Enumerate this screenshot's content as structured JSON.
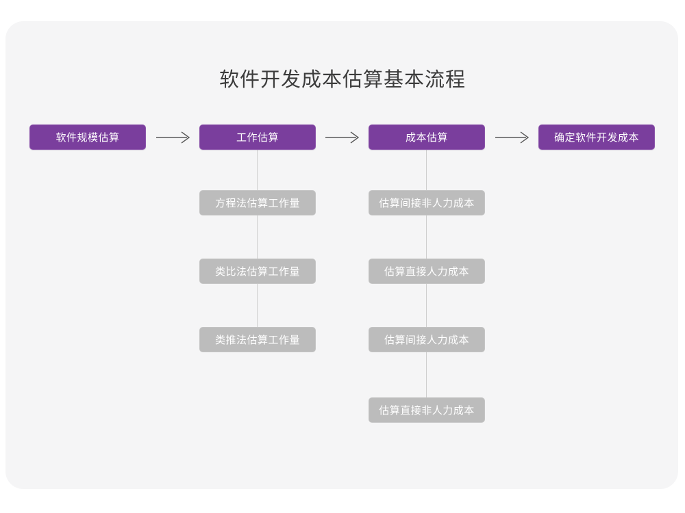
{
  "card": {
    "background_color": "#f5f5f6",
    "page_background_color": "#ffffff"
  },
  "diagram": {
    "title": "软件开发成本估算基本流程",
    "colors": {
      "primary_node": "#7a3e9d",
      "primary_node_text": "#ffffff",
      "secondary_node": "#bcbcbc",
      "secondary_node_text": "#ffffff",
      "connector_line": "#cfcfcf",
      "arrow": "#5a5a5a",
      "title_text": "#3c3c3c"
    },
    "stages": [
      {
        "label": "软件规模估算",
        "substeps": []
      },
      {
        "label": "工作估算",
        "substeps": [
          "方程法估算工作量",
          "类比法估算工作量",
          "类推法估算工作量"
        ]
      },
      {
        "label": "成本估算",
        "substeps": [
          "估算间接非人力成本",
          "估算直接人力成本",
          "估算间接人力成本",
          "估算直接非人力成本"
        ]
      },
      {
        "label": "确定软件开发成本",
        "substeps": []
      }
    ],
    "connectors": [
      {
        "icon": "arrow-right-icon",
        "from": "软件规模估算",
        "to": "工作估算"
      },
      {
        "icon": "arrow-right-icon",
        "from": "工作估算",
        "to": "成本估算"
      },
      {
        "icon": "arrow-right-icon",
        "from": "成本估算",
        "to": "确定软件开发成本"
      }
    ]
  }
}
